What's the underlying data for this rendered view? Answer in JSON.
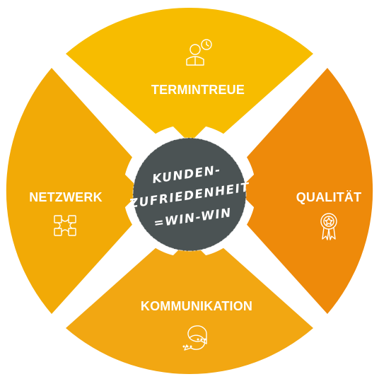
{
  "segments": {
    "top": {
      "label": "TERMINTREUE",
      "icon": "businessman-clock-icon",
      "color": "#F7BC00"
    },
    "left": {
      "label": "NETZWERK",
      "icon": "joined-hands-icon",
      "color": "#F2AA06"
    },
    "right": {
      "label": "QUALITÄT",
      "icon": "award-medal-icon",
      "color": "#EE8A0A"
    },
    "bottom": {
      "label": "KOMMUNIKATION",
      "icon": "chat-bubbles-icon",
      "color": "#F2A712"
    }
  },
  "center": {
    "lines": [
      "KUNDEN-",
      "ZUFRIEDENHEIT",
      "=WIN-WIN"
    ],
    "color": "#4B5354"
  }
}
